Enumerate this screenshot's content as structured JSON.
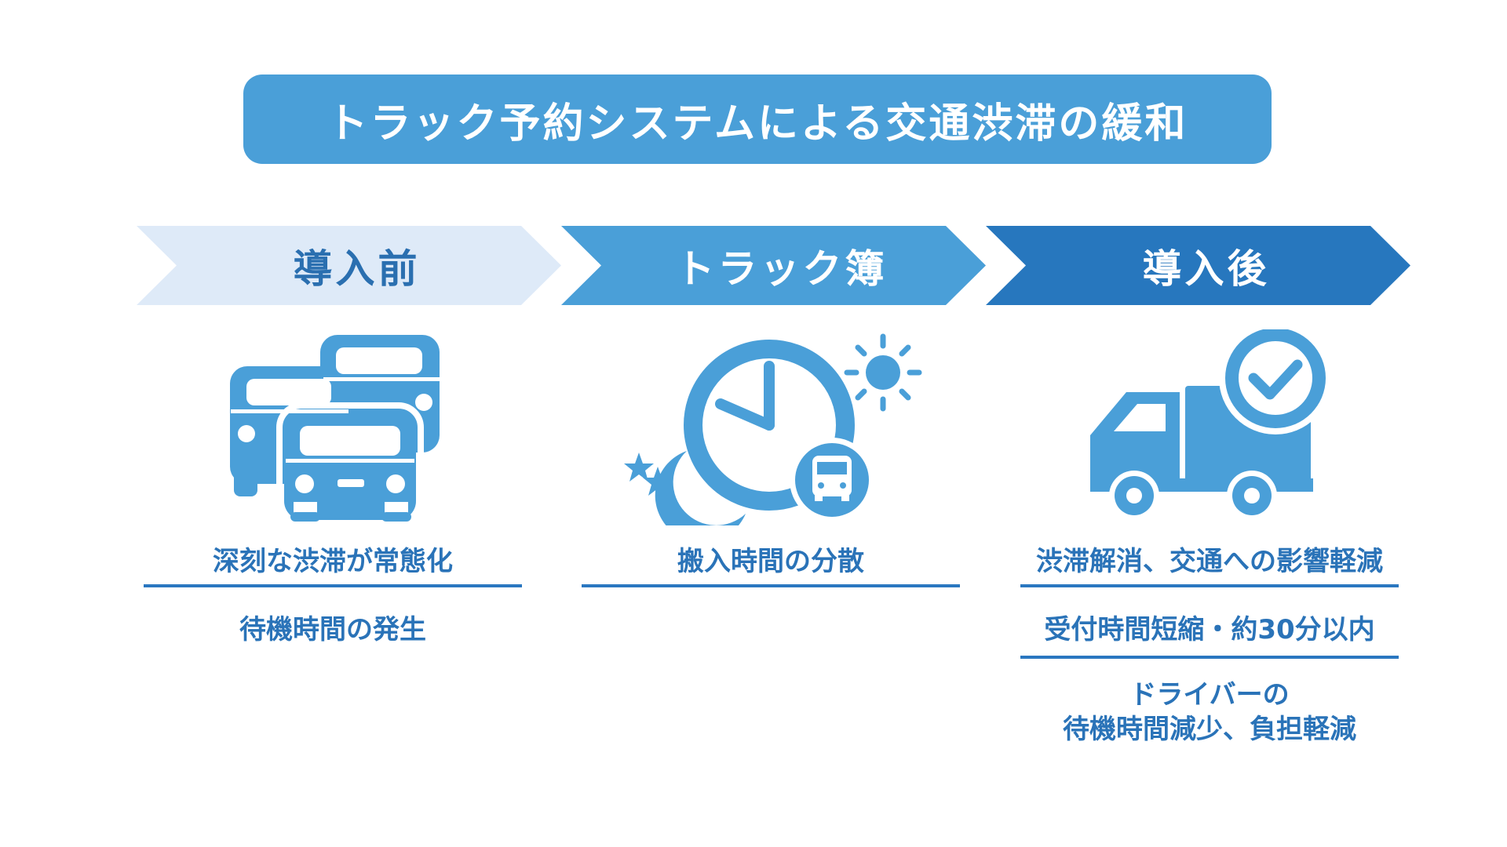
{
  "title": "トラック予約システムによる交通渋滞の緩和",
  "steps": [
    {
      "label": "導入前",
      "icon": "traffic-jam-cars-icon",
      "items": [
        "深刻な渋滞が常態化",
        "待機時間の発生"
      ]
    },
    {
      "label": "トラック簿",
      "icon": "clock-day-night-truck-icon",
      "items": [
        "搬入時間の分散"
      ]
    },
    {
      "label": "導入後",
      "icon": "truck-checkmark-icon",
      "items": [
        "渋滞解消、交通への影響軽減",
        "受付時間短縮・約30分以内",
        "ドライバーの\n待機時間減少、負担軽減"
      ]
    }
  ],
  "colors": {
    "title_bg": "#4a9fd8",
    "arrow_before": "#deeaf8",
    "arrow_middle": "#4a9fd8",
    "arrow_after": "#2777be",
    "icon": "#4a9fd8",
    "text": "#2a73b8",
    "divider": "#2a77c0"
  }
}
